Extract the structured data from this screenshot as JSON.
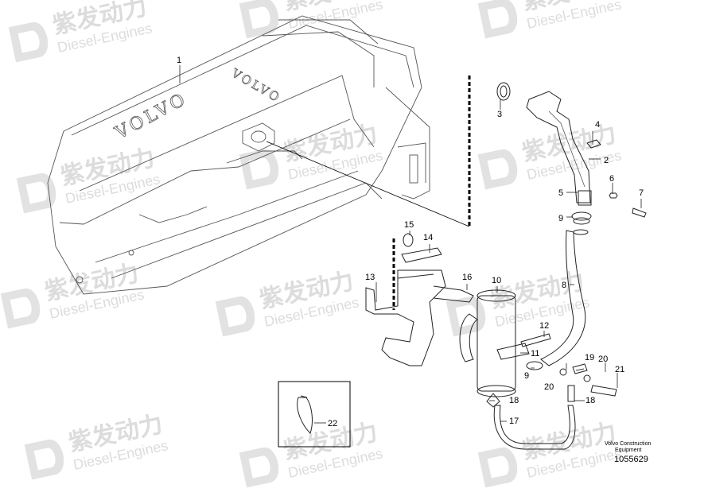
{
  "engine_logo": "VOLVO",
  "callouts": [
    {
      "label": "1"
    },
    {
      "label": "2"
    },
    {
      "label": "3"
    },
    {
      "label": "4"
    },
    {
      "label": "5"
    },
    {
      "label": "6"
    },
    {
      "label": "7"
    },
    {
      "label": "9"
    },
    {
      "label": "8"
    },
    {
      "label": "15"
    },
    {
      "label": "14"
    },
    {
      "label": "13"
    },
    {
      "label": "16"
    },
    {
      "label": "10"
    },
    {
      "label": "12"
    },
    {
      "label": "11"
    },
    {
      "label": "9"
    },
    {
      "label": "19"
    },
    {
      "label": "20"
    },
    {
      "label": "20"
    },
    {
      "label": "21"
    },
    {
      "label": "18"
    },
    {
      "label": "18"
    },
    {
      "label": "17"
    },
    {
      "label": "22"
    }
  ],
  "caption": {
    "line1": "Volvo Construction",
    "line2": "Equipment",
    "doc_number": "1055629"
  },
  "watermark": {
    "brand": "紫发动力",
    "sub": "Diesel-Engines"
  }
}
